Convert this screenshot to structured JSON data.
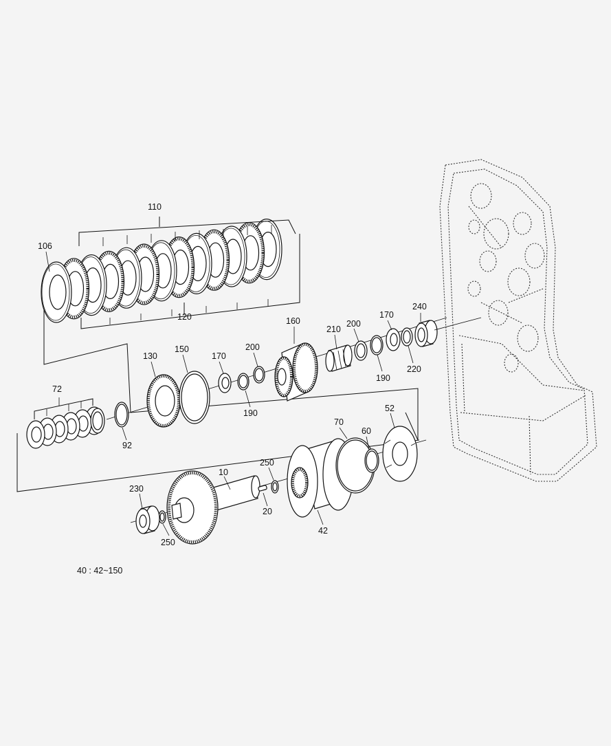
{
  "callouts": {
    "c106": "106",
    "c110": "110",
    "c120": "120",
    "c160": "160",
    "c210": "210",
    "c200a": "200",
    "c170a": "170",
    "c240": "240",
    "c190a": "190",
    "c220": "220",
    "c130": "130",
    "c150": "150",
    "c170b": "170",
    "c200b": "200",
    "c190b": "190",
    "c72": "72",
    "c92": "92",
    "c70": "70",
    "c60": "60",
    "c52": "52",
    "c10": "10",
    "c250a": "250",
    "c20": "20",
    "c230": "230",
    "c250b": "250",
    "c42": "42"
  },
  "footnote": "40 : 42~150"
}
